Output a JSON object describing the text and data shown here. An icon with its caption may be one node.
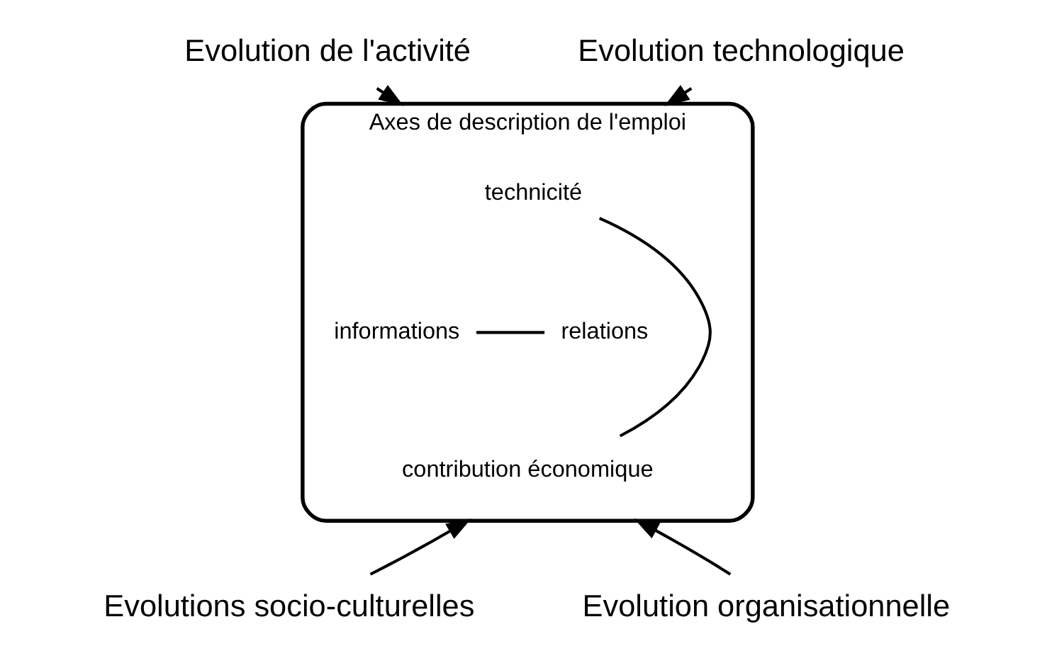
{
  "diagram": {
    "nodes": [
      {
        "text": [
          "Axes de description de l'emploi"
        ]
      },
      {
        "text": [
          "technicité"
        ],
        "in": 0
      },
      {
        "text": [
          "informations"
        ],
        "in": 0
      },
      {
        "text": [
          "relations"
        ],
        "in": 0
      },
      {
        "text": [
          "contribution économique"
        ],
        "in": 0
      },
      {
        "text": [
          "Evolution de l'activité"
        ]
      },
      {
        "text": [
          "Evolution technologique"
        ]
      },
      {
        "text": [
          "Evolutions socio-culturelles"
        ]
      },
      {
        "text": [
          "Evolution organisationnelle"
        ]
      }
    ],
    "edges": [
      {
        "from": 5,
        "to": 0,
        "arrow": "to"
      },
      {
        "from": 6,
        "to": 0,
        "arrow": "to"
      },
      {
        "from": 7,
        "to": 0,
        "arrow": "to"
      },
      {
        "from": 8,
        "to": 0,
        "arrow": "to"
      },
      {
        "from": 1,
        "to": 4,
        "arrow": "none"
      },
      {
        "from": 2,
        "to": 3,
        "arrow": "none"
      }
    ]
  }
}
